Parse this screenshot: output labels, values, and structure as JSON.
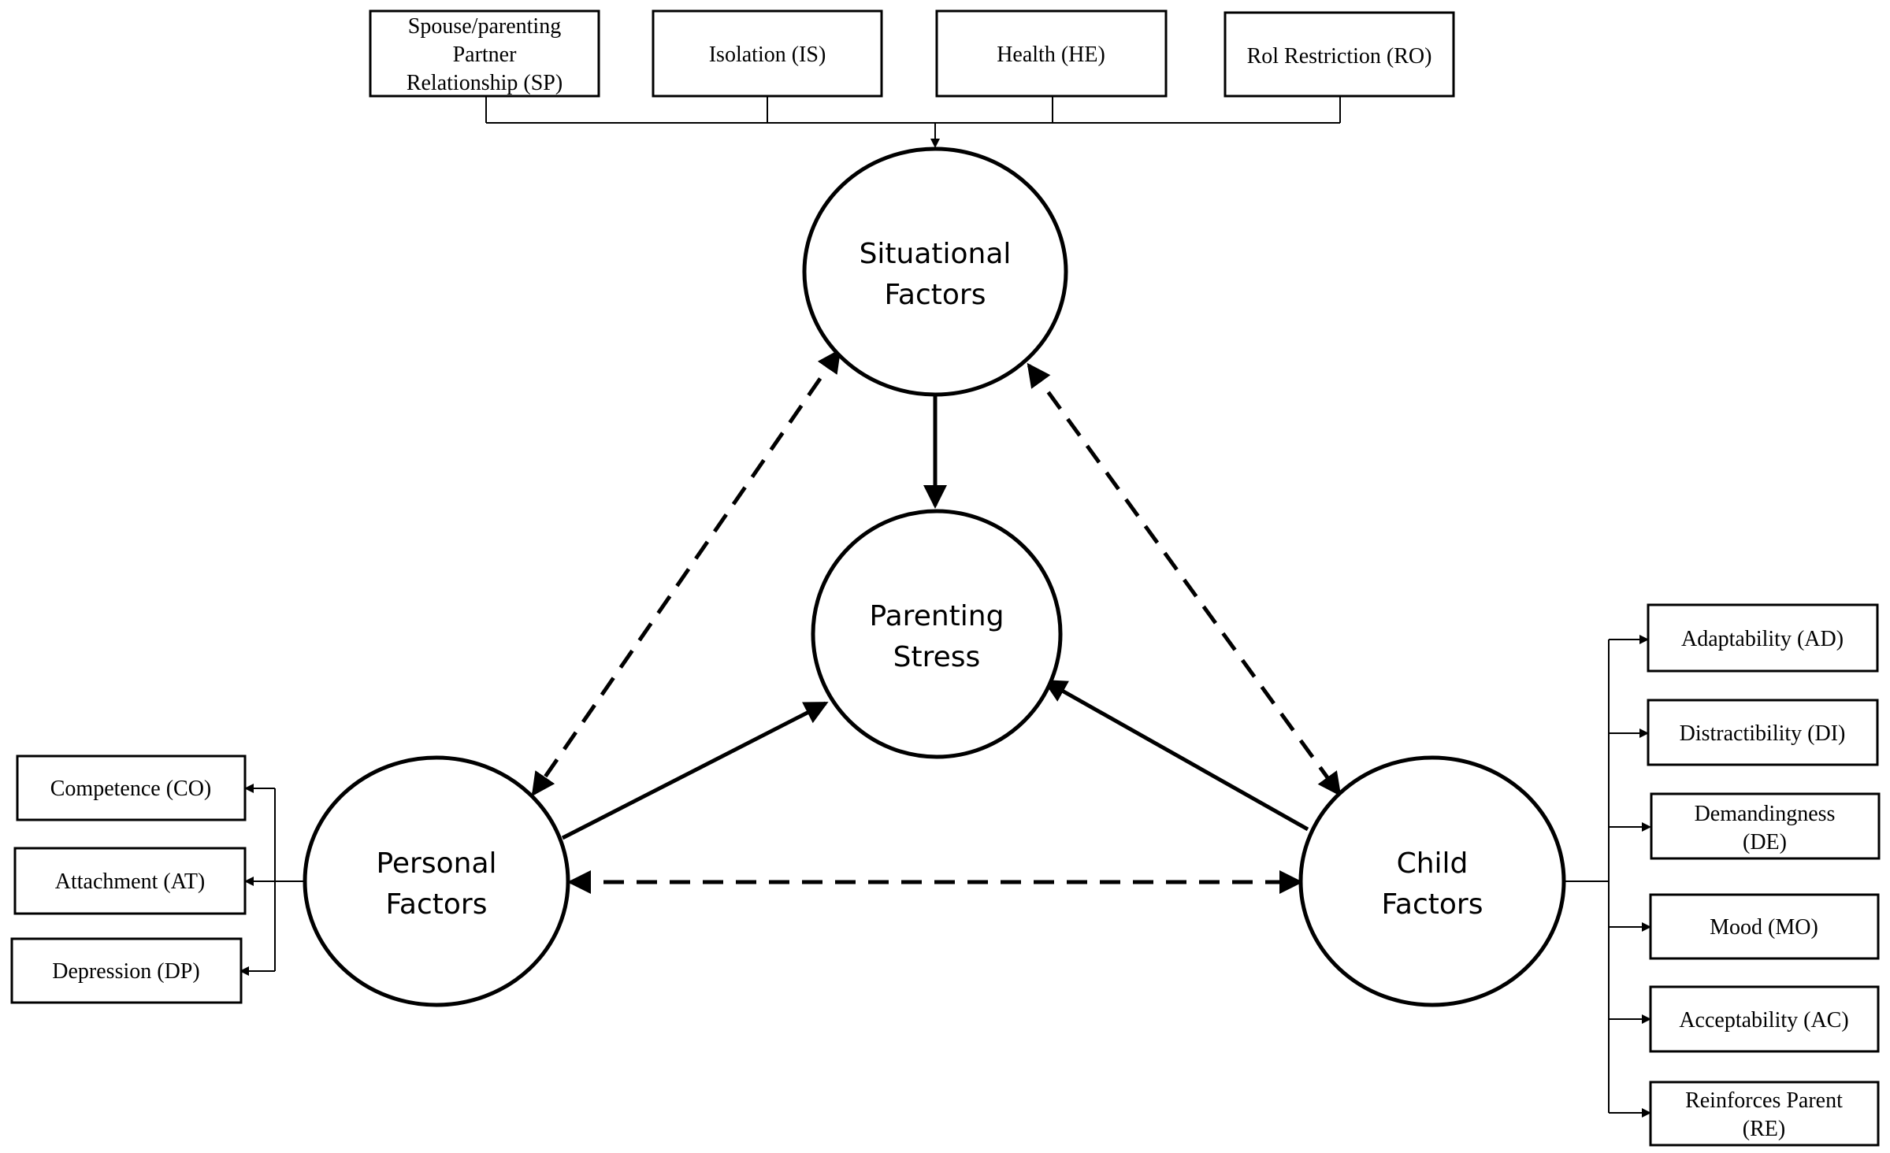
{
  "situational_factors": {
    "label_line1": "Situational",
    "label_line2": "Factors",
    "items": [
      {
        "line1": "Spouse/parenting",
        "line2": "Partner",
        "line3": "Relationship (SP)"
      },
      {
        "line1": "Isolation (IS)"
      },
      {
        "line1": "Health (HE)"
      },
      {
        "line1": "Rol Restriction (RO)"
      }
    ]
  },
  "parenting_stress": {
    "label_line1": "Parenting",
    "label_line2": "Stress"
  },
  "personal_factors": {
    "label_line1": "Personal",
    "label_line2": "Factors",
    "items": [
      {
        "line1": "Competence (CO)"
      },
      {
        "line1": "Attachment (AT)"
      },
      {
        "line1": "Depression (DP)"
      }
    ]
  },
  "child_factors": {
    "label_line1": "Child",
    "label_line2": "Factors",
    "items": [
      {
        "line1": "Adaptability (AD)"
      },
      {
        "line1": "Distractibility (DI)"
      },
      {
        "line1": "Demandingness",
        "line2": "(DE)"
      },
      {
        "line1": "Mood (MO)"
      },
      {
        "line1": "Acceptability (AC)"
      },
      {
        "line1": "Reinforces Parent",
        "line2": "(RE)"
      }
    ]
  }
}
